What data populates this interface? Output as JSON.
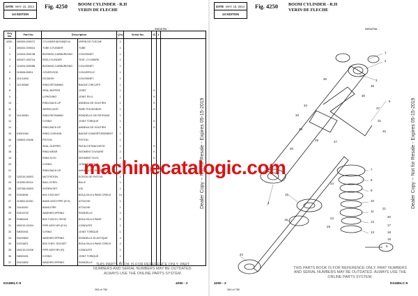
{
  "left_page": {
    "header": {
      "date_label": "DATE",
      "date_value": "MAY. 15. 2014",
      "edition": "1st EDITION"
    },
    "fig": "Fig. 4250",
    "title_en": "BOOM CYLINDER - R.H",
    "title_fr": "VERIN DE FLECHE",
    "serial_label": "Serial No. :",
    "columns": {
      "key": "Key No.",
      "part": "Part No.",
      "desc": "Description",
      "qty": "Q'ty",
      "serial": "Serial No.",
      "ic": "IC",
      "mark": "#"
    },
    "rows": [
      {
        "key": "4250 -",
        "part": "400309-00007C",
        "en": "CYLINDER,BOOM(R.H)",
        "fr": "VERIN DE FLECHE",
        "qty": "1",
        "ic": ""
      },
      {
        "key": "1",
        "part": "400402-00051A",
        "en": "TUBE,CYLINDER",
        "fr": "TUBE",
        "qty": "1",
        "ic": ""
      },
      {
        "key": "2",
        "part": "131004-00013B",
        "en": "BUSHING,CARBURIZING",
        "fr": "COUSSINET",
        "qty": "1",
        "ic": ""
      },
      {
        "key": "3",
        "part": "400307-00071A",
        "en": "ROD,CYLINDER",
        "fr": "TIGE, CYLINDRE",
        "qty": "1",
        "ic": ""
      },
      {
        "key": "4",
        "part": "131004-00008B",
        "en": "BUSHING,CARBURIZING",
        "fr": "COUSSINET",
        "qty": "1",
        "ic": ""
      },
      {
        "key": "5",
        "part": "115008-09601",
        "en": "COVER,ROD",
        "fr": "COUVERCLE",
        "qty": "1",
        "ic": ""
      },
      {
        "key": "6",
        "part": "115-01002",
        "en": "DS-BUSH",
        "fr": "COUSSINET",
        "qty": "1",
        "ic": ""
      },
      {
        "key": "7",
        "part": "115-00080",
        "en": "RING,RETAINING",
        "fr": "BAGUE CIRCLIPS",
        "qty": "1",
        "ic": ""
      },
      {
        "key": "8",
        "part": "-",
        "en": "SEAL,BUFFER",
        "fr": "JOINT",
        "qty": "1",
        "ic": "K"
      },
      {
        "key": "9",
        "part": "-",
        "en": "U-PACKING",
        "fr": "JOINT EN U",
        "qty": "1",
        "ic": "K"
      },
      {
        "key": "10",
        "part": "-",
        "en": "RING,BACK UP",
        "fr": "ANNEAU DE SOUTIEN",
        "qty": "1",
        "ic": "K"
      },
      {
        "key": "11",
        "part": "-",
        "en": "WIPER,DUST",
        "fr": "PARE POUSSIERE",
        "qty": "1",
        "ic": "K"
      },
      {
        "key": "12",
        "part": "115-00081",
        "en": "RING,RETAINING",
        "fr": "RONDELLE DE RETENUE",
        "qty": "1",
        "ic": ""
      },
      {
        "key": "13",
        "part": "-",
        "en": "O-RING",
        "fr": "JOINT TORIQUE",
        "qty": "1",
        "ic": "K"
      },
      {
        "key": "14",
        "part": "-",
        "en": "RING,BACK UP",
        "fr": "ANNEAU DE SOUTIEN",
        "qty": "1",
        "ic": "K"
      },
      {
        "key": "15",
        "part": "K9001954",
        "en": "RING,CUSHION",
        "fr": "BAGUE D'AMORTISSEMENT",
        "qty": "1",
        "ic": ""
      },
      {
        "key": "16",
        "part": "130602-00186",
        "en": "PISTON",
        "fr": "PISTON",
        "qty": "1",
        "ic": ""
      },
      {
        "key": "17",
        "part": "-",
        "en": "SEAL,SLIPPER",
        "fr": "PATIN D'ETANCHEITE",
        "qty": "1",
        "ic": "K"
      },
      {
        "key": "18",
        "part": "-",
        "en": "RING,WEAR",
        "fr": "SEGMENT D'USURE",
        "qty": "2",
        "ic": "K"
      },
      {
        "key": "19",
        "part": "-",
        "en": "RING,SLYD",
        "fr": "SEGMENT SLYD",
        "qty": "2",
        "ic": "K"
      },
      {
        "key": "20",
        "part": "-",
        "en": "O-RING",
        "fr": "JOINT TORIQUE",
        "qty": "1",
        "ic": "K"
      },
      {
        "key": "21",
        "part": "-",
        "en": "RING,BACK UP",
        "fr": "ANNEAU DE SOUTIEN",
        "qty": "2",
        "ic": "K"
      },
      {
        "key": "22",
        "part": "120310-00003",
        "en": "NUT,PISTON",
        "fr": "ECROU DE PISTON",
        "qty": "1",
        "ic": ""
      },
      {
        "key": "24",
        "part": "115250-00014",
        "en": "BALL,STEEL",
        "fr": "BILLE",
        "qty": "1",
        "ic": ""
      },
      {
        "key": "25",
        "part": "120758-00009",
        "en": "SCREW,SET",
        "fr": "VIS",
        "qty": "1",
        "ic": ""
      },
      {
        "key": "26",
        "part": "S2206091",
        "en": "BOLT,SOCKET",
        "fr": "BOULON A 6 PANS CREUX",
        "qty": "16",
        "ic": ""
      },
      {
        "key": "27",
        "part": "110602-00180",
        "en": "BAND ASSY,PIPE (R.H)",
        "fr": "ATTACHE",
        "qty": "1",
        "ic": ""
      },
      {
        "key": "28",
        "part": "13416100",
        "en": "BAND,PIPE",
        "fr": "ATTACHE",
        "qty": "1",
        "ic": ""
      },
      {
        "key": "29",
        "part": "S5100702",
        "en": "WASHER,SPRING",
        "fr": "RONDELLE",
        "qty": "2",
        "ic": ""
      },
      {
        "key": "30",
        "part": "S0560401",
        "en": "BOLT M12X1.75X35",
        "fr": "BOULON A 6 PANS",
        "qty": "2",
        "ic": ""
      },
      {
        "key": "31",
        "part": "400210-01004",
        "en": "PIPE ASSY,HR (R.H)",
        "fr": "CONDUITE",
        "qty": "1",
        "ic": ""
      },
      {
        "key": "32",
        "part": "S8000401",
        "en": "O-RING",
        "fr": "JOINT TORIQUE",
        "qty": "1",
        "ic": ""
      },
      {
        "key": "33",
        "part": "S5100802",
        "en": "WASHER,SPRING",
        "fr": "RONDELLE ELASTIQUE",
        "qty": "4",
        "ic": ""
      },
      {
        "key": "34",
        "part": "S2216871",
        "en": "BOLT,HEX. SOCKET",
        "fr": "BOULON A 6 PANS CREUX",
        "qty": "4",
        "ic": ""
      },
      {
        "key": "35",
        "part": "400210-01006",
        "en": "PIPE ASSY,RH (R)",
        "fr": "CONDUITE",
        "qty": "1",
        "ic": ""
      },
      {
        "key": "36",
        "part": "S8000401",
        "en": "O-RING",
        "fr": "JOINT TORIQUE",
        "qty": "1",
        "ic": ""
      },
      {
        "key": "37",
        "part": "S5100802",
        "en": "WASHER,SPRING",
        "fr": "RONDELLE",
        "qty": "4",
        "ic": ""
      }
    ],
    "model": "DX480LC-5",
    "page_no": "4250 - 2",
    "sheet": "263 of 780"
  },
  "right_page": {
    "header": {
      "date_label": "DATE",
      "date_value": "MAY. 15. 2014",
      "edition": "1st EDITION"
    },
    "fig": "Fig. 4250",
    "title_en": "BOOM CYLINDER - R.H",
    "title_fr": "VERIN DE FLECHE",
    "serial_label": "Serial No. :",
    "callouts": [
      "1",
      "2",
      "3",
      "4",
      "5",
      "6",
      "7",
      "8",
      "9",
      "10",
      "11",
      "12",
      "13",
      "14",
      "15",
      "16",
      "17",
      "18",
      "19",
      "20",
      "21",
      "22",
      "24",
      "25",
      "26",
      "27",
      "28",
      "29",
      "30",
      "31",
      "32",
      "33",
      "34",
      "35",
      "36",
      "37"
    ],
    "model": "DX480LC-5",
    "page_no": "4250 - 3",
    "sheet": "264 of 780"
  },
  "watermarks": {
    "side": "Dealer Copy -- Not for Resale - Expires 05-15-2019",
    "site": "machinecatalogic.com",
    "notice_left": "THIS PARTS BOOK IS FOR REFERENCE ONLY. PART NUMBERS AND SERIAL NUMBERS MAY BE OUTDATED. ALWAYS USE THE ONLINE PARTS SYSTEM.",
    "notice_right": "THIS PARTS BOOK IS FOR REFERENCE ONLY. PART NUMBERS AND SERIAL NUMBERS MAY BE OUTDATED. ALWAYS USE THE ONLINE PARTS SYSTEM."
  },
  "colors": {
    "watermark": "#e01010",
    "ink": "#111111"
  }
}
